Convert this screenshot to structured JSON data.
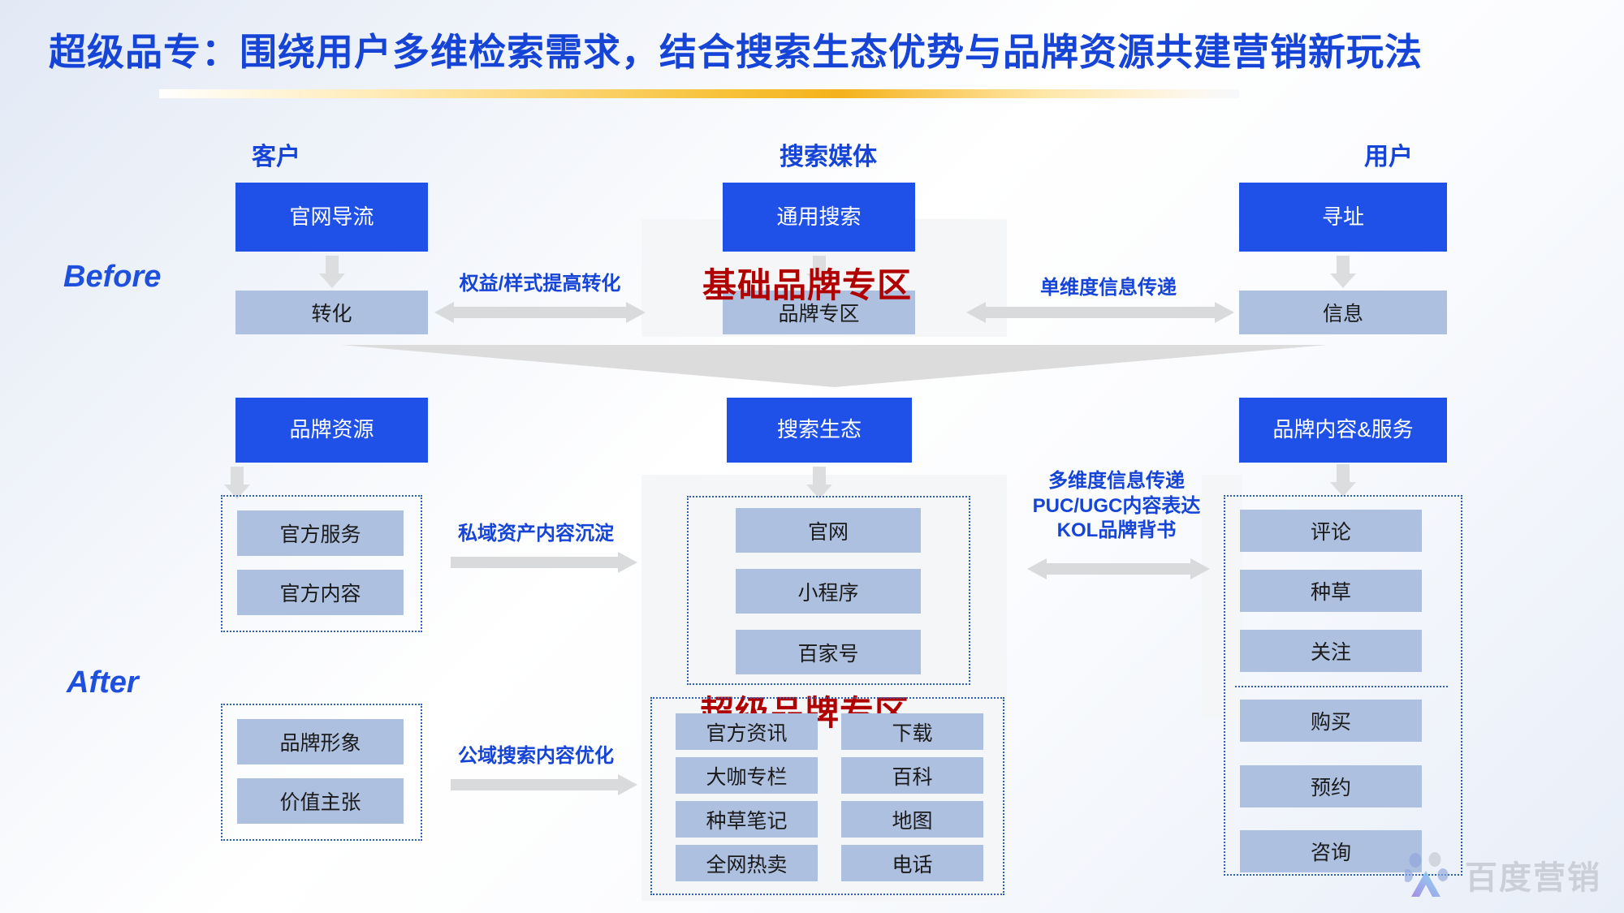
{
  "title": "超级品专：围绕用户多维检索需求，结合搜索生态优势与品牌资源共建营销新玩法",
  "colors": {
    "title_blue": "#1544d6",
    "box_blue": "#1f50e8",
    "box_light": "#aec0e0",
    "arrow_grey": "#d9dadc",
    "red_caption": "#b00000",
    "accent_gold": "#f4b21b"
  },
  "columns": {
    "customer": "客户",
    "media": "搜索媒体",
    "user": "用户"
  },
  "stages": {
    "before": "Before",
    "after": "After"
  },
  "before": {
    "customer": {
      "primary": "官网导流",
      "secondary": "转化"
    },
    "media": {
      "primary": "通用搜索",
      "secondary": "品牌专区",
      "overlay": "基础品牌专区"
    },
    "user": {
      "primary": "寻址",
      "secondary": "信息"
    },
    "arrow_left_label": "权益/样式提高转化",
    "arrow_right_label": "单维度信息传递"
  },
  "after": {
    "brand_resource": {
      "primary": "品牌资源",
      "items": [
        "官方服务",
        "官方内容"
      ]
    },
    "brand_identity": {
      "items": [
        "品牌形象",
        "价值主张"
      ]
    },
    "search_eco": {
      "primary": "搜索生态",
      "top_items": [
        "官网",
        "小程序",
        "百家号"
      ],
      "overlay": "超级品牌专区",
      "grid_left": [
        "官方资讯",
        "大咖专栏",
        "种草笔记",
        "全网热卖"
      ],
      "grid_right": [
        "下载",
        "百科",
        "地图",
        "电话"
      ]
    },
    "brand_content": {
      "primary": "品牌内容&服务",
      "group_one": [
        "评论",
        "种草",
        "关注"
      ],
      "group_two": [
        "购买",
        "预约",
        "咨询"
      ]
    },
    "arrow_left_label": "私域资产内容沉淀",
    "arrow_left_label_2": "公域搜索内容优化",
    "arrow_right_label_lines": [
      "多维度信息传递",
      "PUC/UGC内容表达",
      "KOL品牌背书"
    ]
  },
  "watermark": {
    "brand": "百度营销",
    "icon": "baidu-paw-logo-icon"
  }
}
